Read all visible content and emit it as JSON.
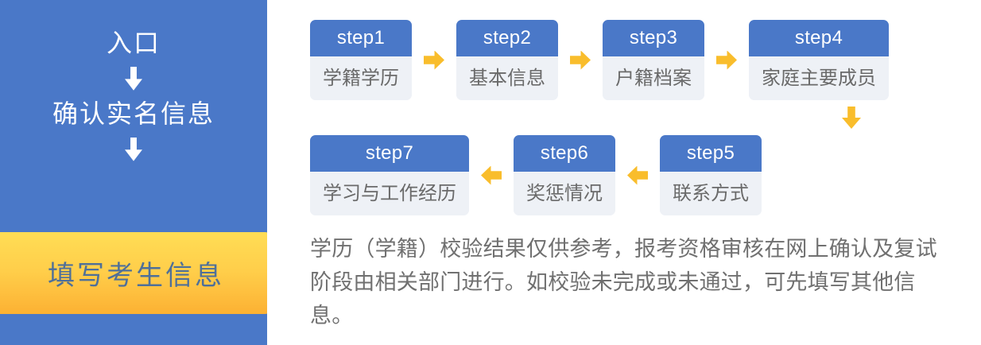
{
  "sidebar": {
    "entry_label": "入口",
    "confirm_label": "确认实名信息",
    "highlight_label": "填写考生信息",
    "arrow_icon": "arrow-down-icon",
    "bg_color": "#4a78c8",
    "highlight_color": "#ffce4a",
    "highlight_text_color": "#4f7099"
  },
  "flow": {
    "row1": [
      {
        "step": "step1",
        "label": "学籍学历"
      },
      {
        "step": "step2",
        "label": "基本信息"
      },
      {
        "step": "step3",
        "label": "户籍档案"
      },
      {
        "step": "step4",
        "label": "家庭主要成员"
      }
    ],
    "row2": [
      {
        "step": "step7",
        "label": "学习与工作经历"
      },
      {
        "step": "step6",
        "label": "奖惩情况"
      },
      {
        "step": "step5",
        "label": "联系方式"
      }
    ],
    "arrow_right_icon": "arrow-right-icon",
    "arrow_left_icon": "arrow-left-icon",
    "arrow_down_icon": "arrow-down-icon",
    "header_color": "#4a78c8",
    "body_color": "#eef1f6",
    "arrow_color": "#f9bd2c"
  },
  "note": {
    "text": "学历（学籍）校验结果仅供参考，报考资格审核在网上确认及复试阶段由相关部门进行。如校验未完成或未通过，可先填写其他信息。"
  }
}
